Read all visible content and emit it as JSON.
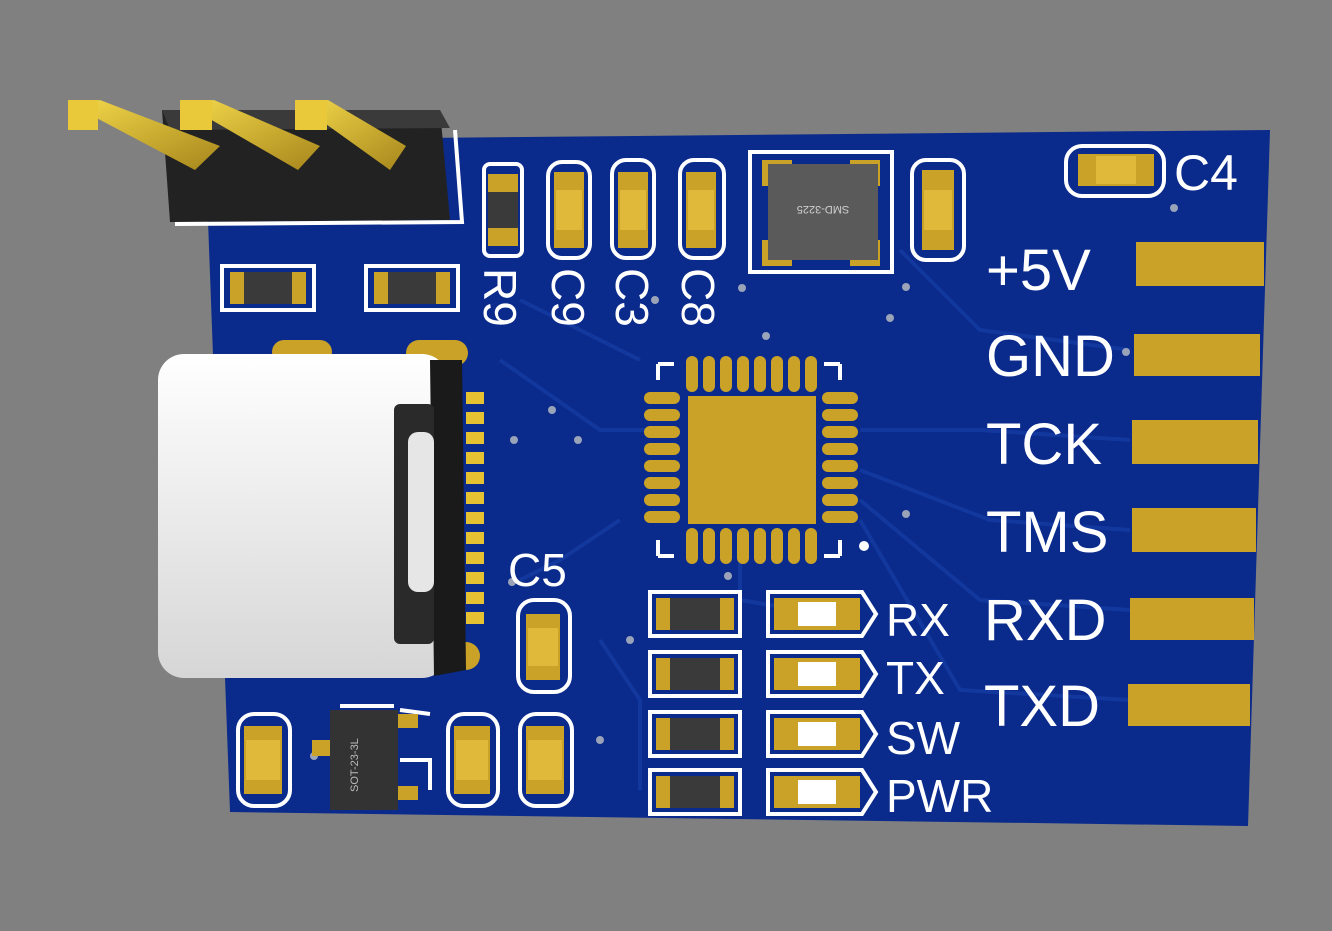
{
  "colors": {
    "background": "#808080",
    "board": "#0a2a8c",
    "silkscreen": "#ffffff",
    "copper": "#c9a227",
    "ic_body": "#3a3a3a",
    "usb_shell": "#f2f2f2"
  },
  "silkscreen": {
    "refdes": {
      "r9": "R9",
      "c9": "C9",
      "c3": "C3",
      "c8": "C8",
      "c4": "C4",
      "c5": "C5"
    },
    "pins": {
      "plus5v": "+5V",
      "gnd": "GND",
      "tck": "TCK",
      "tms": "TMS",
      "rxd": "RXD",
      "txd": "TXD"
    },
    "leds": {
      "rx": "RX",
      "tx": "TX",
      "sw": "SW",
      "pwr": "PWR"
    }
  },
  "parts": {
    "inductor_marking": "SMD-3225",
    "regulator_marking": "SOT-23-3L"
  }
}
